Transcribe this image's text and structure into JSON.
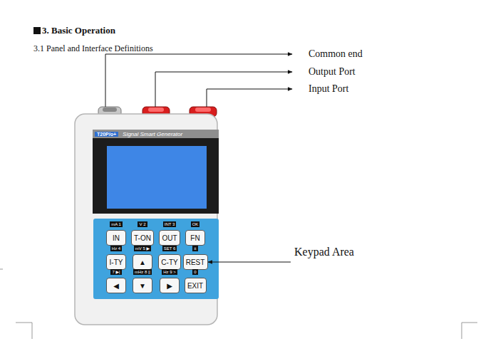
{
  "diagram": {
    "title": "3. Basic Operation",
    "nodes": [
      {
        "text": [
          "T20P/o+",
          "Signal Smart Generator"
        ]
      },
      {
        "text": [
          "IN"
        ]
      },
      {
        "text": [
          "T-ON"
        ]
      },
      {
        "text": [
          "OUT"
        ]
      },
      {
        "text": [
          "FN"
        ]
      },
      {
        "text": [
          "I-TY"
        ]
      },
      {
        "text": [
          "▲"
        ]
      },
      {
        "text": [
          "C-TY"
        ]
      },
      {
        "text": [
          "REST"
        ]
      },
      {
        "text": [
          "◀"
        ]
      },
      {
        "text": [
          "▼"
        ]
      },
      {
        "text": [
          "▶"
        ]
      },
      {
        "text": [
          "EXIT"
        ]
      }
    ],
    "labels": [
      "3.1 Panel and Interface Definitions",
      "Common end",
      "Output Port",
      "Input Port",
      "Keypad Area",
      "mA 1",
      "V 2",
      "INT 3",
      "OK",
      "Hz 4",
      "mV 5 ▶",
      "SET 6",
      "±",
      "7 ▶|",
      "mHz 8 ||",
      "Hz 9 >",
      "0"
    ]
  }
}
